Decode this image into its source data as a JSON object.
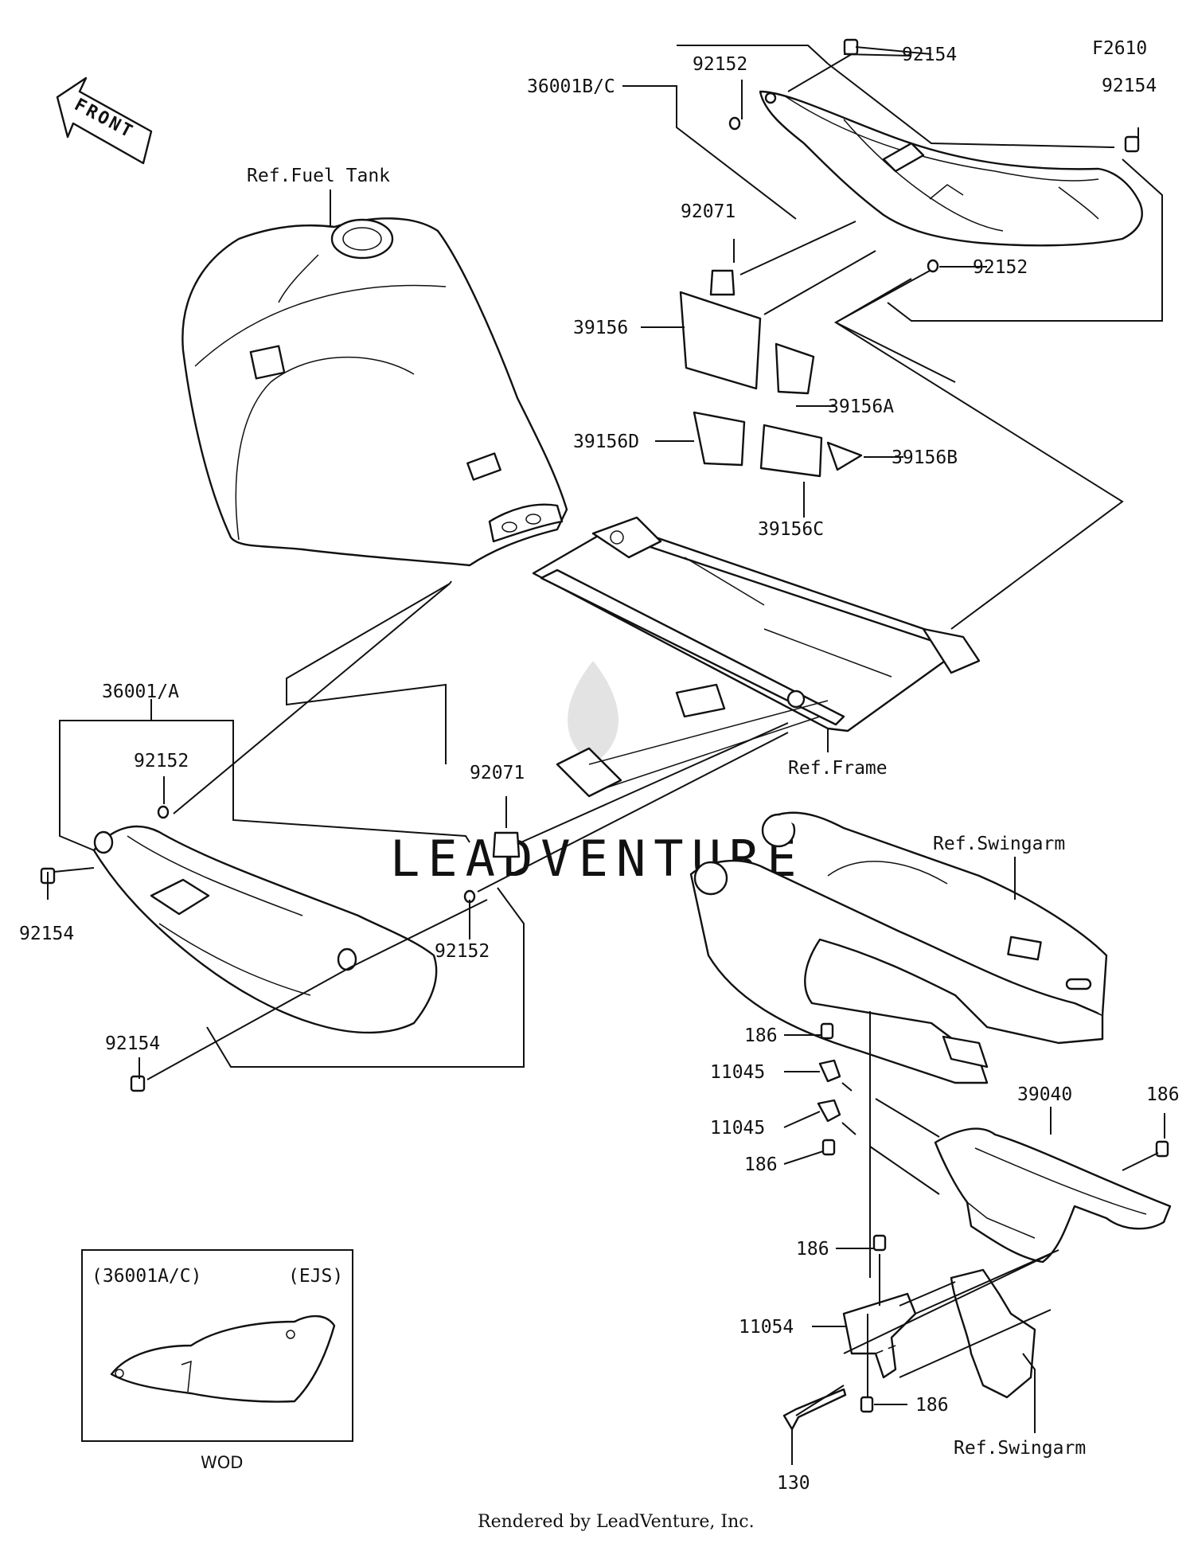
{
  "diagram_code": "F2610",
  "front_arrow_label": "FRONT",
  "footer": "Rendered by LeadVenture, Inc.",
  "watermark": "LEADVENTURE",
  "inset": {
    "header_left": "(36001A/C)",
    "header_right": "(EJS)",
    "caption": "WOD"
  },
  "references": {
    "fuel_tank": "Ref.Fuel Tank",
    "frame": "Ref.Frame",
    "swingarm_upper": "Ref.Swingarm",
    "swingarm_lower": "Ref.Swingarm"
  },
  "part_labels": {
    "p36001bc": "36001B/C",
    "p92152_top": "92152",
    "p92154_top": "92154",
    "p92154_top_right": "92154",
    "p92071_top": "92071",
    "p92152_right": "92152",
    "p39156": "39156",
    "p39156a": "39156A",
    "p39156d": "39156D",
    "p39156b": "39156B",
    "p39156c": "39156C",
    "p36001a": "36001/A",
    "p92152_left": "92152",
    "p92154_left": "92154",
    "p92071_mid": "92071",
    "p92152_mid": "92152",
    "p92154_bottom_left": "92154",
    "p186_a": "186",
    "p11045_a": "11045",
    "p11045_b": "11045",
    "p186_b": "186",
    "p39040": "39040",
    "p186_c": "186",
    "p186_d": "186",
    "p11054": "11054",
    "p186_e": "186",
    "p130": "130"
  }
}
